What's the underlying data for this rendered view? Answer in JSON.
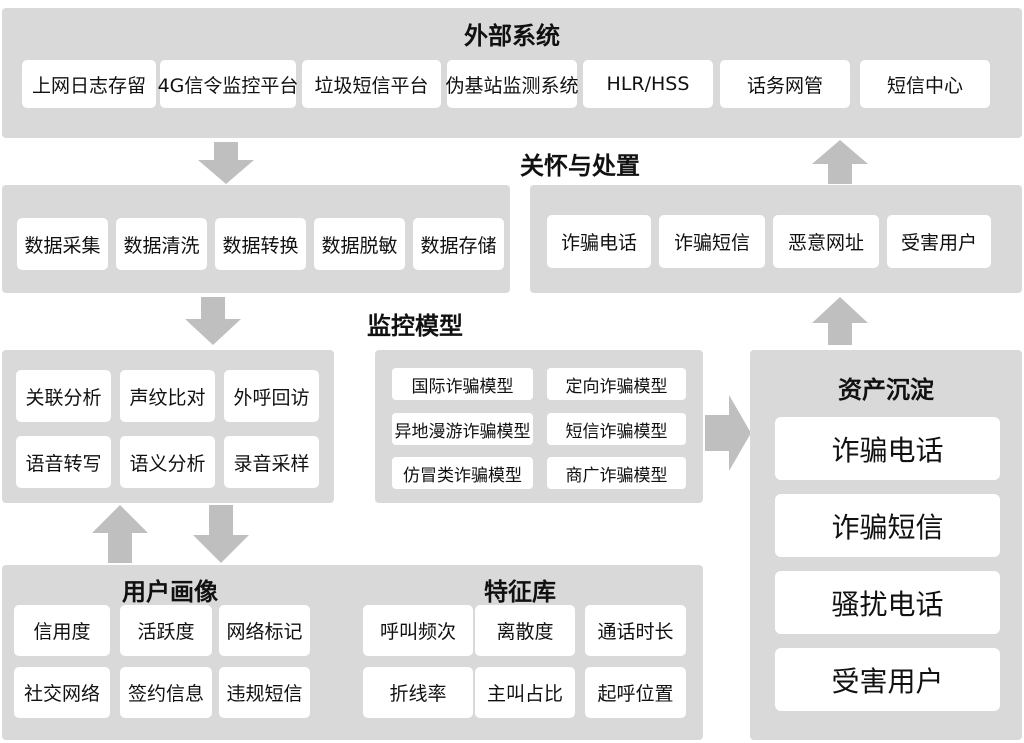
{
  "external": {
    "title": "外部系统",
    "items": [
      "上网日志存留",
      "4G信令监控平台",
      "垃圾短信平台",
      "伪基站监测系统",
      "HLR/HSS",
      "话务网管",
      "短信中心"
    ]
  },
  "care": {
    "title": "关怀与处置",
    "items": [
      "诈骗电话",
      "诈骗短信",
      "恶意网址",
      "受害用户"
    ]
  },
  "data": {
    "items": [
      "数据采集",
      "数据清洗",
      "数据转换",
      "数据脱敏",
      "数据存储"
    ]
  },
  "monitor": {
    "title": "监控模型",
    "analysis": [
      "关联分析",
      "声纹比对",
      "外呼回访",
      "语音转写",
      "语义分析",
      "录音采样"
    ],
    "models": [
      "国际诈骗模型",
      "定向诈骗模型",
      "异地漫游诈骗模型",
      "短信诈骗模型",
      "仿冒类诈骗模型",
      "商广诈骗模型"
    ]
  },
  "assets": {
    "title": "资产沉淀",
    "items": [
      "诈骗电话",
      "诈骗短信",
      "骚扰电话",
      "受害用户"
    ]
  },
  "profile": {
    "title": "用户画像",
    "items": [
      "信用度",
      "活跃度",
      "网络标记",
      "社交网络",
      "签约信息",
      "违规短信"
    ]
  },
  "features": {
    "title": "特征库",
    "items": [
      "呼叫频次",
      "离散度",
      "通话时长",
      "折线率",
      "主叫占比",
      "起呼位置"
    ]
  }
}
